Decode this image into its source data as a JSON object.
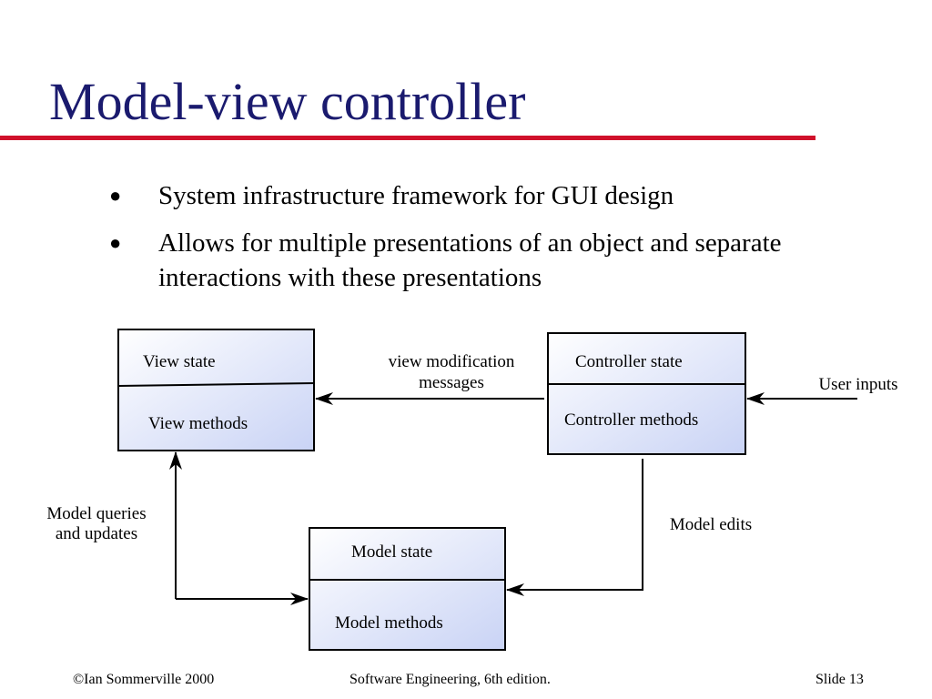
{
  "slide": {
    "title": "Model-view controller",
    "bullets": [
      "System infrastructure framework for GUI design",
      "Allows for multiple presentations of an object and separate interactions with these presentations"
    ]
  },
  "diagram": {
    "view": {
      "state": "View state",
      "methods": "View methods"
    },
    "controller": {
      "state": "Controller state",
      "methods": "Controller methods"
    },
    "model": {
      "state": "Model state",
      "methods": "Model methods"
    },
    "labels": {
      "view_mod_line1": "view modification",
      "view_mod_line2": "messages",
      "user_inputs": "User inputs",
      "model_queries_line1": "Model queries",
      "model_queries_line2": "and updates",
      "model_edits": "Model edits"
    },
    "colors": {
      "box_fill_light": "#ffffff",
      "box_fill_dark": "#c9d3f5",
      "stroke": "#000000"
    }
  },
  "footer": {
    "left": "©Ian Sommerville 2000",
    "center": "Software Engineering, 6th edition.",
    "right": "Slide 13"
  },
  "colors": {
    "title": "#1a1a6e",
    "rule": "#d0112b"
  }
}
